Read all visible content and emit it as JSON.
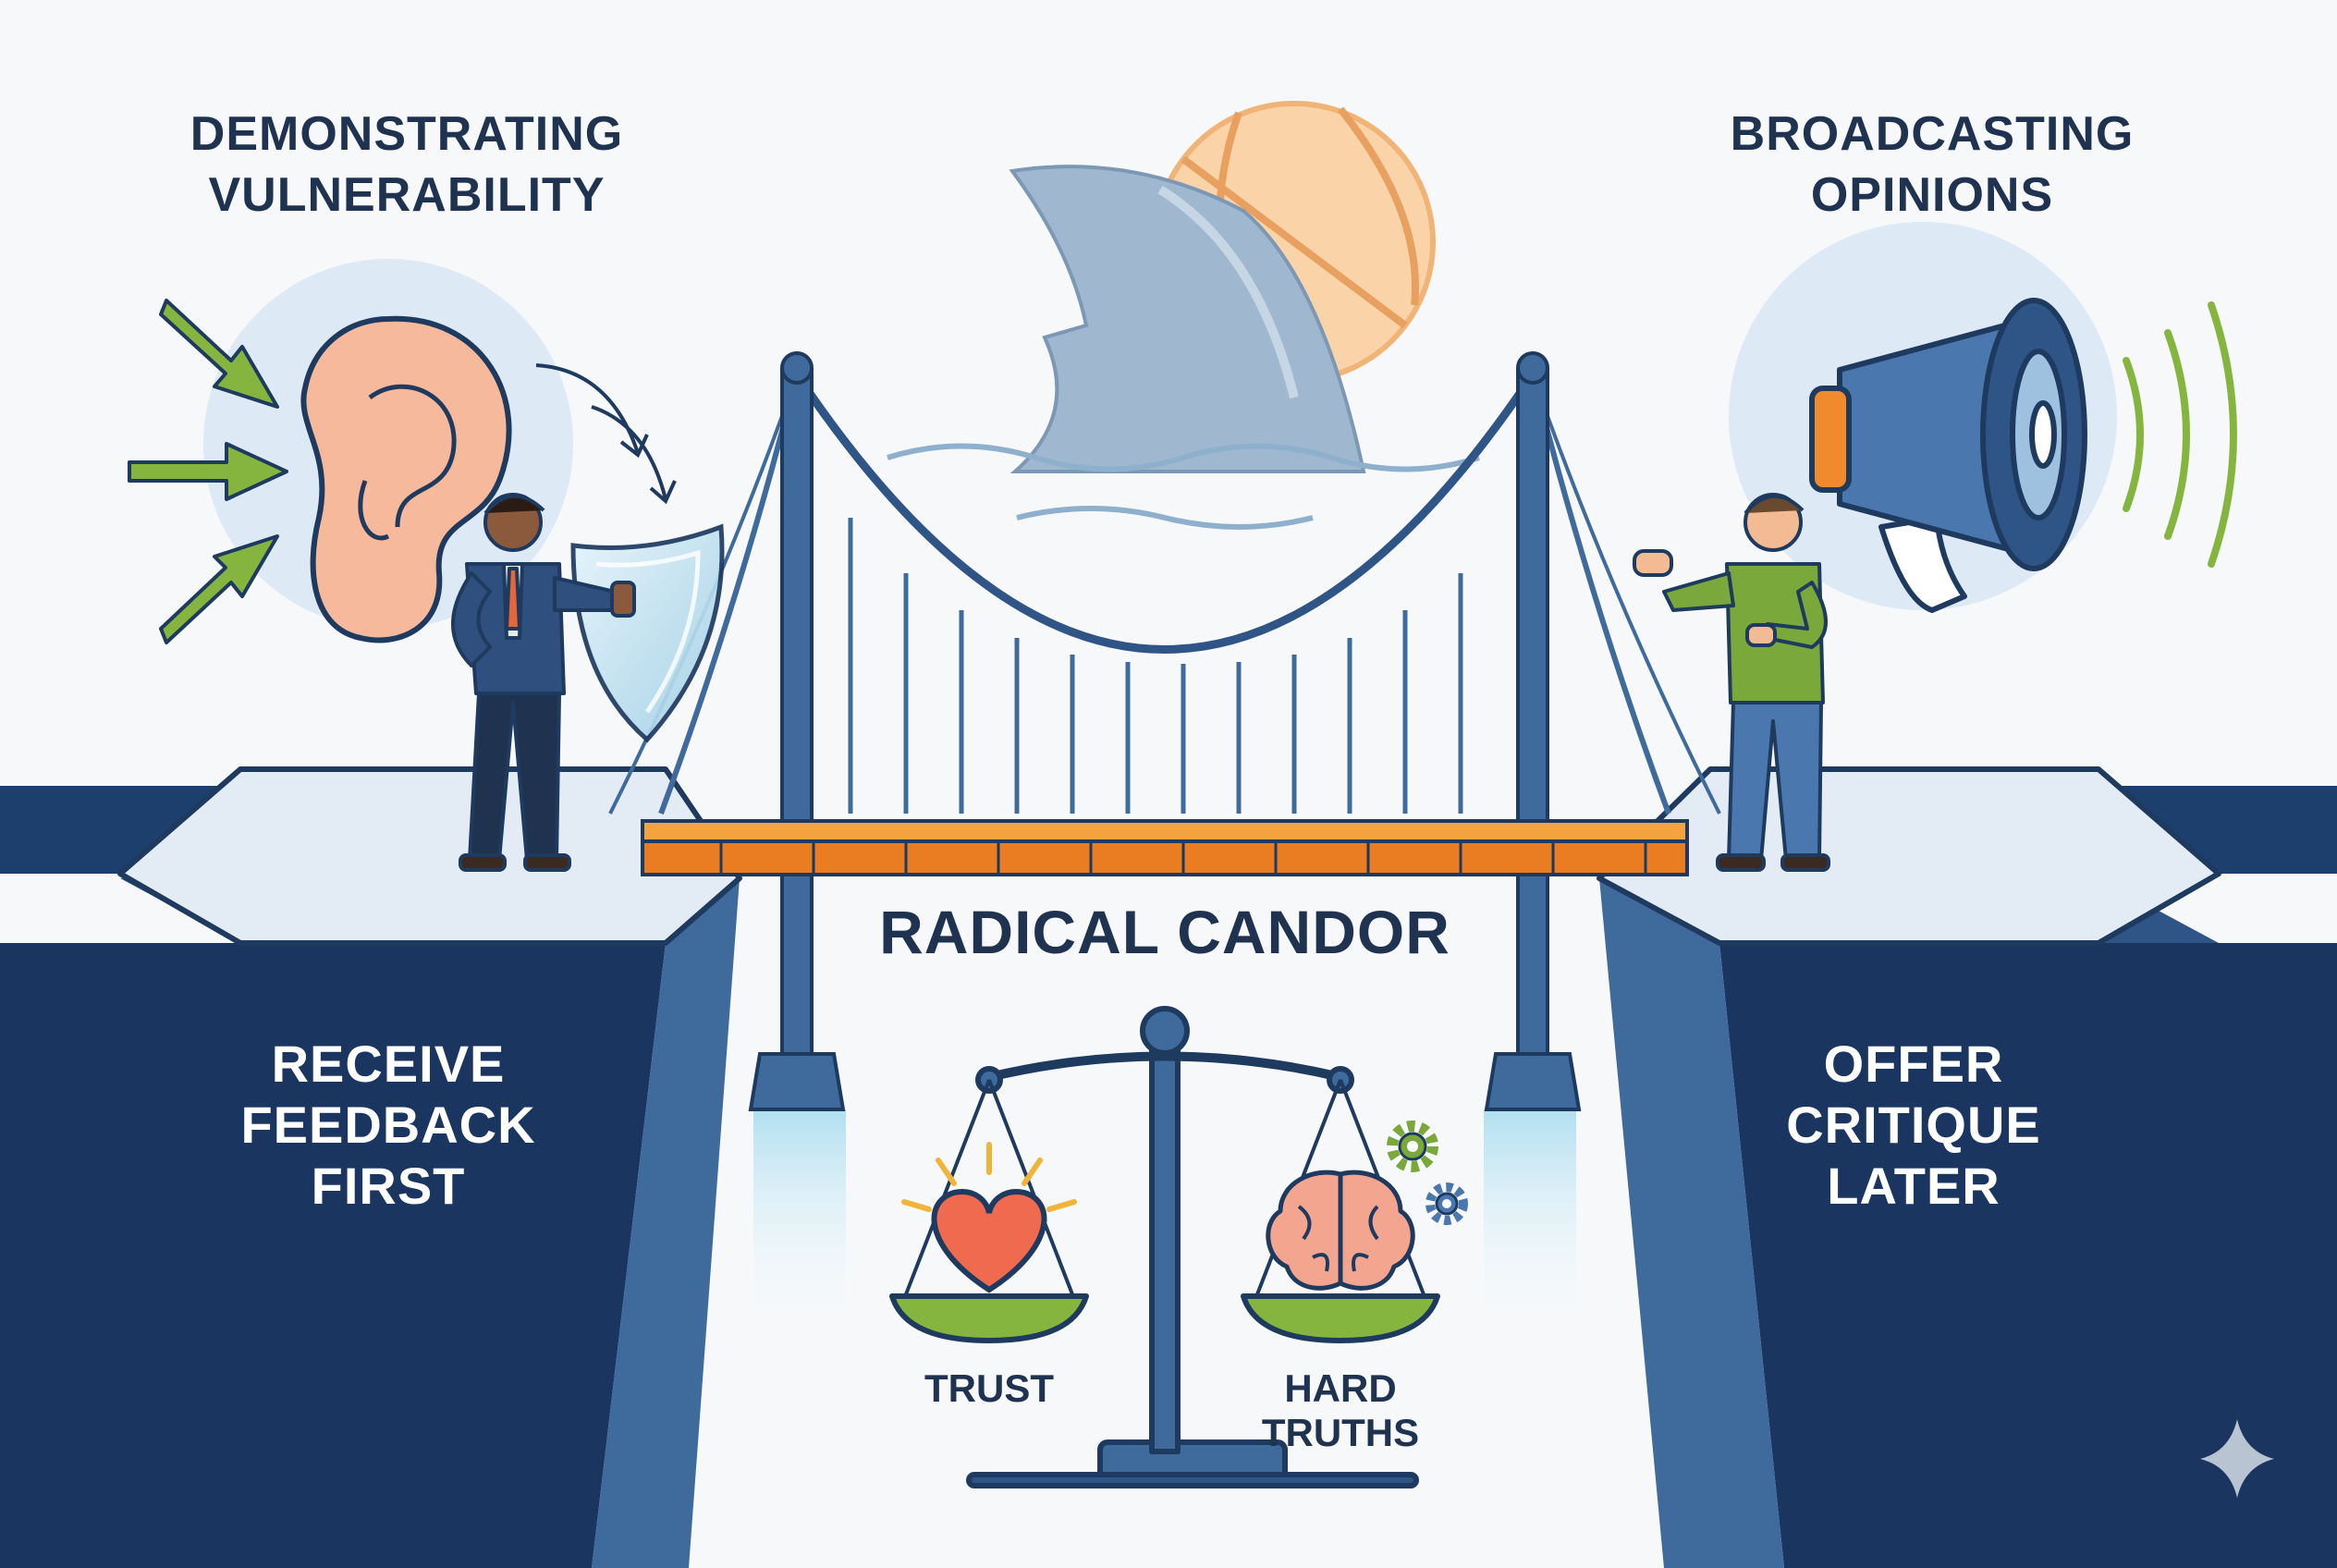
{
  "labels": {
    "top_left": "DEMONSTRATING\nVULNERABILITY",
    "top_right": "BROADCASTING\nOPINIONS",
    "pillar_left": "RECEIVE\nFEEDBACK\nFIRST",
    "pillar_right": "OFFER\nCRITIQUE\nLATER",
    "center": "RADICAL CANDOR",
    "scale_left": "TRUST",
    "scale_right": "HARD\nTRUTHS"
  },
  "icons": [
    "ear-icon",
    "arrow-icon",
    "shield-icon",
    "businessman-figure",
    "megaphone-icon",
    "sound-wave-icon",
    "casual-man-figure",
    "shark-fin-icon",
    "water-wave-icon",
    "basketball-icon",
    "suspension-bridge",
    "balance-scale-icon",
    "heart-icon",
    "brain-icon",
    "gear-icon",
    "sparkle-icon"
  ],
  "colors": {
    "navy": "#1c3a64",
    "steel_blue": "#3f6a9c",
    "orange": "#f08a2c",
    "green": "#7aa83a",
    "heart_red": "#ef6a4f",
    "light_blue": "#dde9f4",
    "text_dark": "#1f3350"
  }
}
